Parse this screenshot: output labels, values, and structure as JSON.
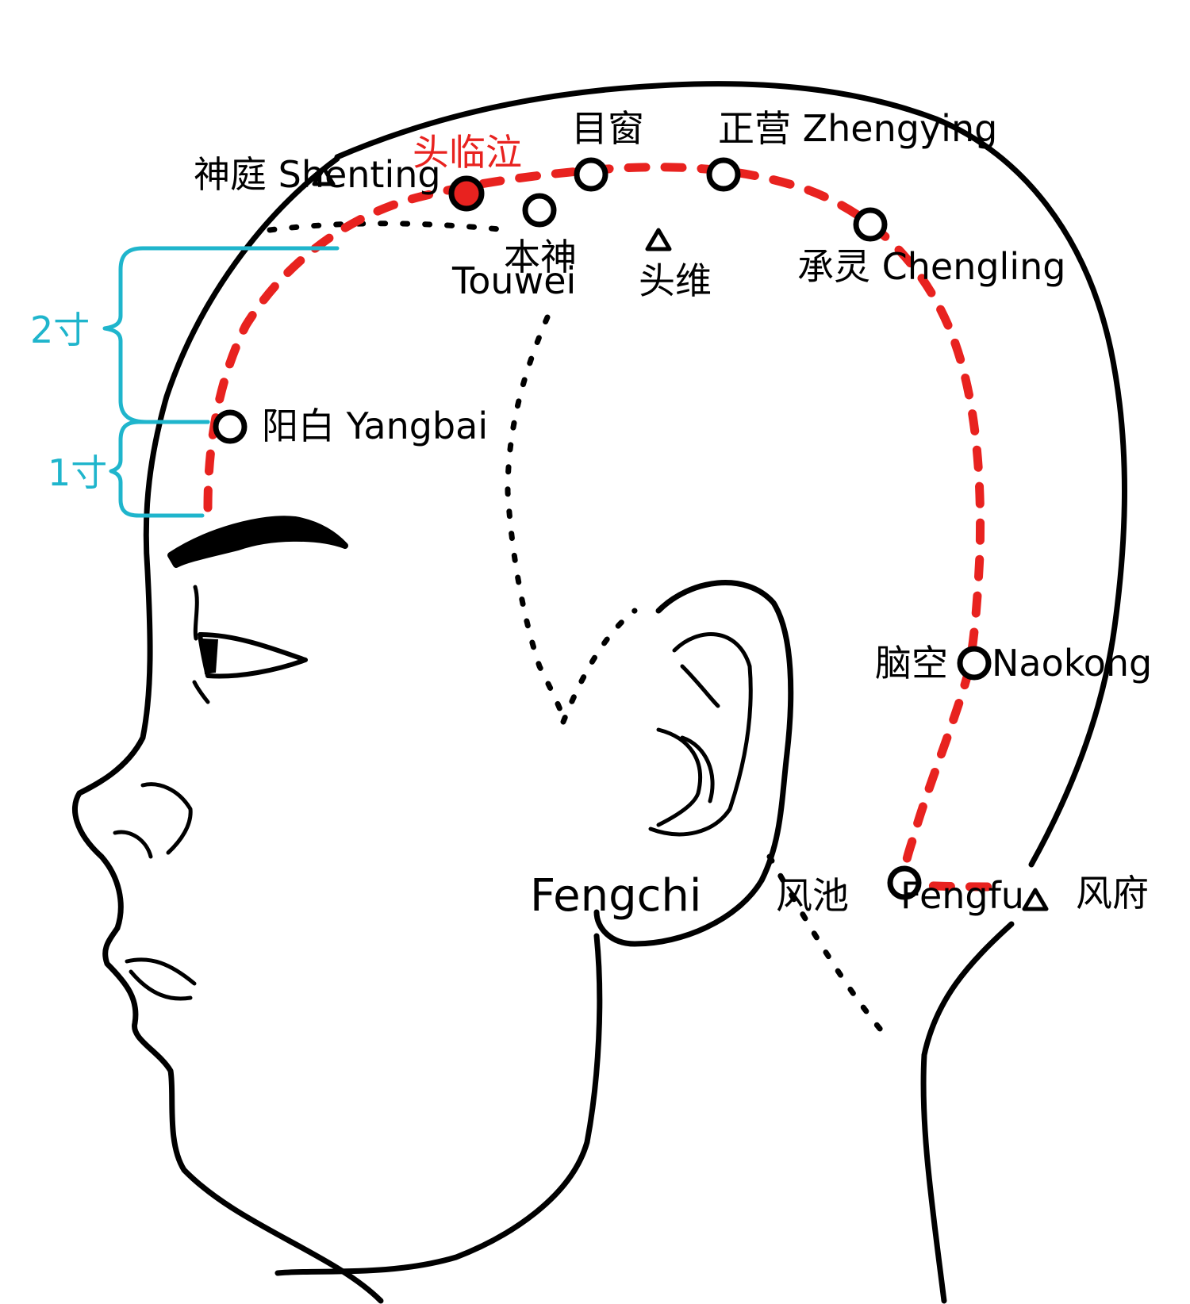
{
  "colors": {
    "meridian": "#e8221f",
    "highlight": "#e8221f",
    "bracket": "#1fb5cc",
    "outline": "#000000"
  },
  "labels": {
    "shenting": "神庭 Shenting",
    "toulinqi": "头临泣",
    "muchuang": "目窗",
    "zhengying": "正营 Zhengying",
    "benshen": "本神",
    "touwei_en": "Touwei",
    "touwei_cn": "头维",
    "chengling": "承灵 Chengling",
    "yangbai": "阳白 Yangbai",
    "naokong_cn": "脑空",
    "naokong_en": "Naokong",
    "fengchi_en": "Fengchi",
    "fengchi_cn": "风池",
    "fengfu_en": "Fengfu",
    "fengfu_cn": "风府"
  },
  "measures": {
    "upper": "2寸",
    "lower": "1寸"
  }
}
